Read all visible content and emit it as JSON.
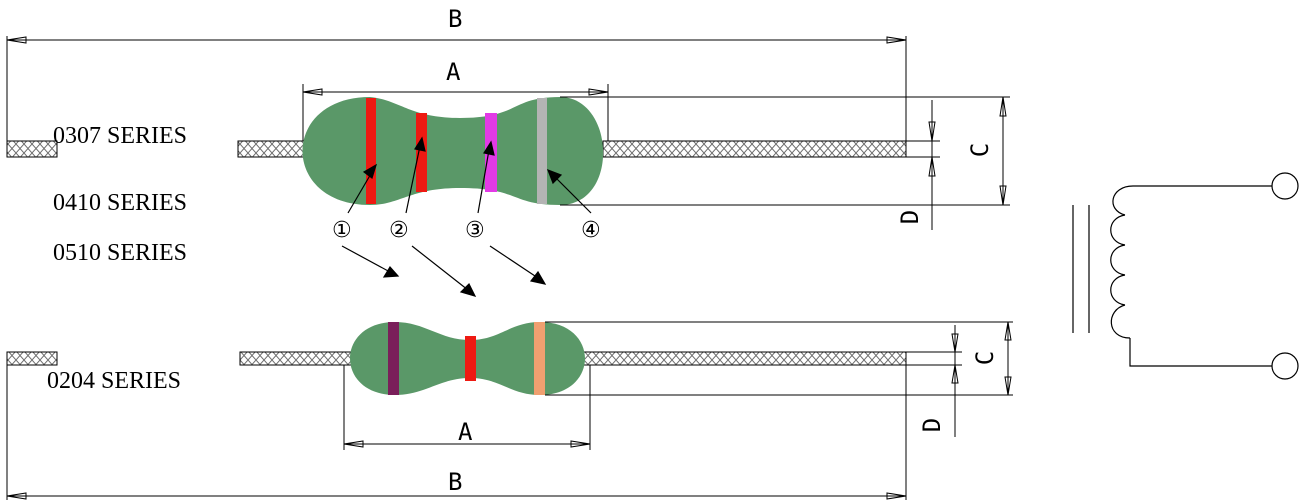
{
  "dimension_labels": {
    "overall_length": "B",
    "body_length": "A",
    "body_diameter": "C",
    "lead_diameter": "D"
  },
  "series": {
    "s0307": "0307 SERIES",
    "s0410": "0410 SERIES",
    "s0510": "0510 SERIES",
    "s0204": "0204 SERIES"
  },
  "band_numbers": [
    "①",
    "②",
    "③",
    "④"
  ],
  "colors": {
    "body": "#5a9868",
    "band_red": "#ee1a12",
    "band_magenta": "#e23ae6",
    "band_grey": "#b4b4b4",
    "band_purple": "#7a1f5a",
    "band_orange": "#f0a070",
    "lead_hatch": "#808080"
  }
}
